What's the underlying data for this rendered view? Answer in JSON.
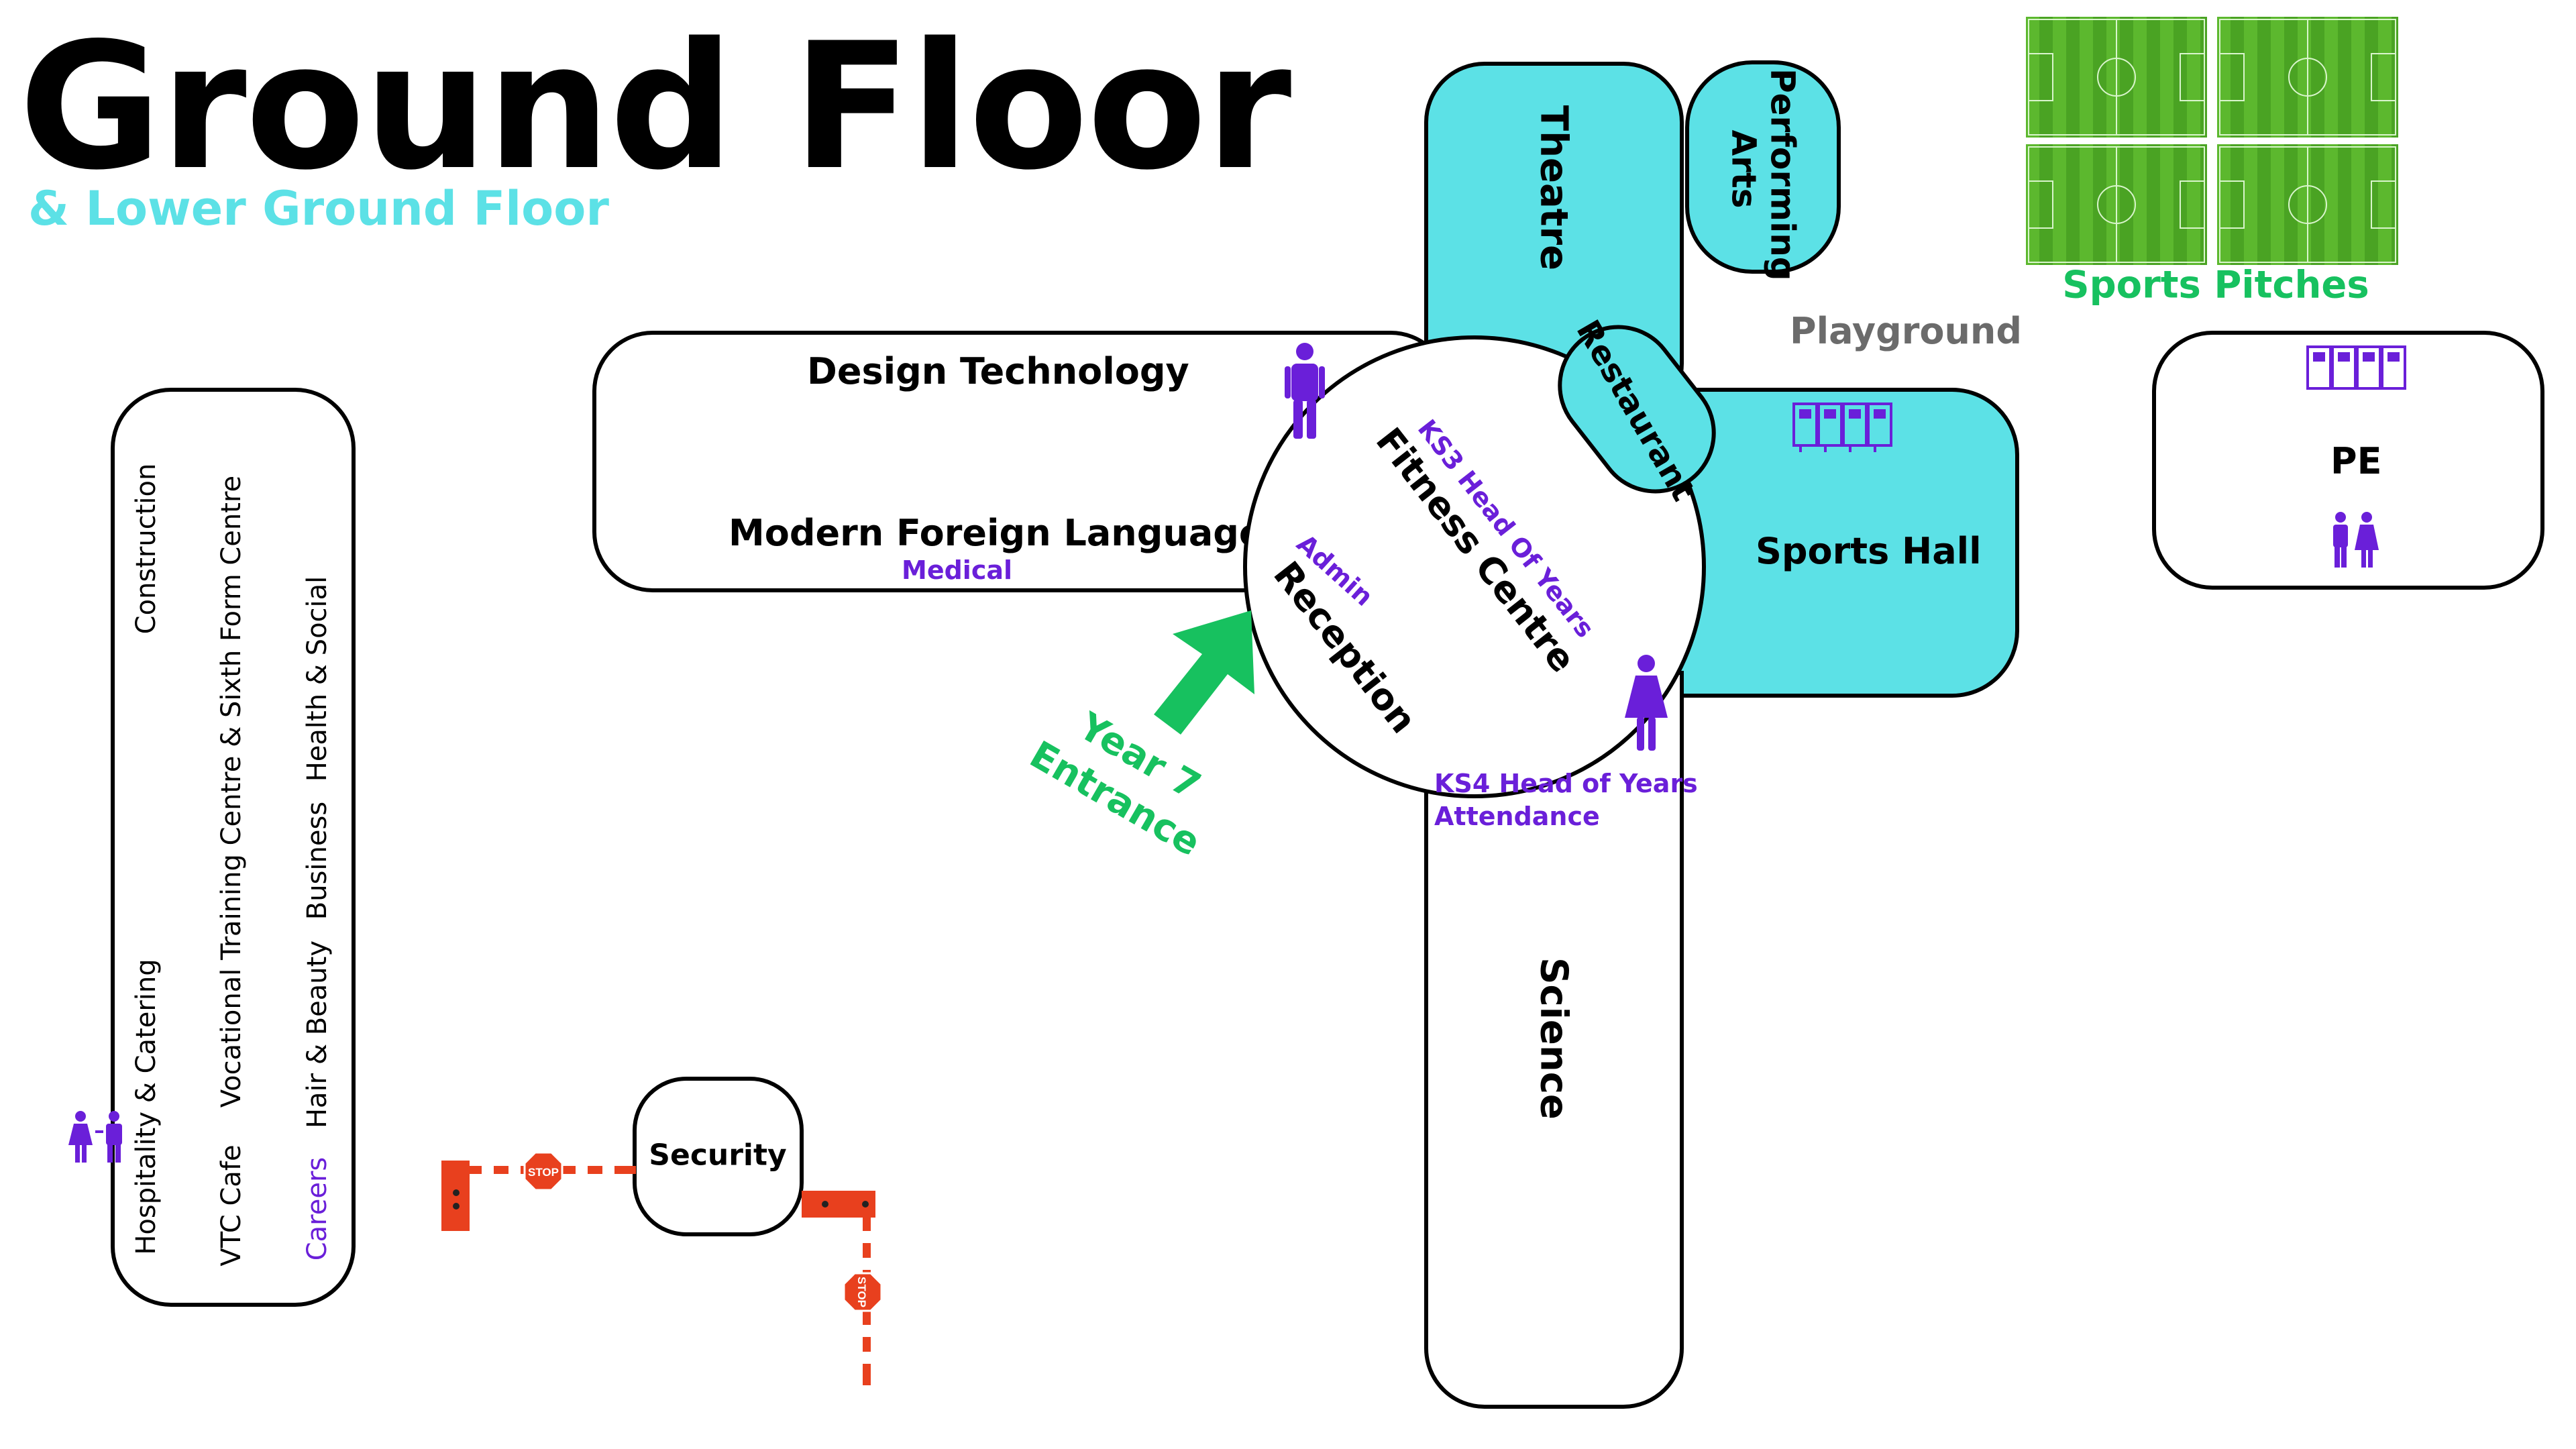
{
  "title": "Ground Floor",
  "subtitle": "& Lower Ground Floor",
  "colors": {
    "building": "#5ce1e6",
    "accent_text": "#6a1fd9",
    "entrance": "#17c15f",
    "pitch": "#4caf2a",
    "barrier": "#e8401e"
  },
  "rooms": {
    "theatre": "Theatre",
    "performing_arts": "Performing Arts",
    "restaurant": "Restaurant",
    "sports_hall": "Sports Hall",
    "design_technology": "Design Technology",
    "modern_foreign_languages": "Modern Foreign Languages",
    "medical": "Medical",
    "fitness_centre": "Fitness Centre",
    "ks3_head_of_years": "KS3 Head Of Years",
    "admin": "Admin",
    "reception": "Reception",
    "ks4_head_of_years": "KS4 Head of Years",
    "attendance": "Attendance",
    "science": "Science",
    "pe": "PE",
    "security": "Security",
    "playground": "Playground",
    "sports_pitches": "Sports Pitches"
  },
  "vtc_building": {
    "construction": "Construction",
    "vocational_training": "Vocational Training Centre & Sixth Form Centre",
    "health_social": "Health & Social",
    "business": "Business",
    "hair_beauty": "Hair & Beauty",
    "hospitality_catering": "Hospitality & Catering",
    "vtc_cafe": "VTC Cafe",
    "careers": "Careers"
  },
  "entrance": {
    "line1": "Year 7",
    "line2": "Entrance"
  },
  "barrier": {
    "sign": "STOP"
  },
  "icons": [
    "male-person-icon",
    "female-person-icon",
    "toilet-icon",
    "locker-icon",
    "stop-sign-icon",
    "barrier-gate-icon",
    "entrance-arrow-icon",
    "football-pitch-icon"
  ]
}
